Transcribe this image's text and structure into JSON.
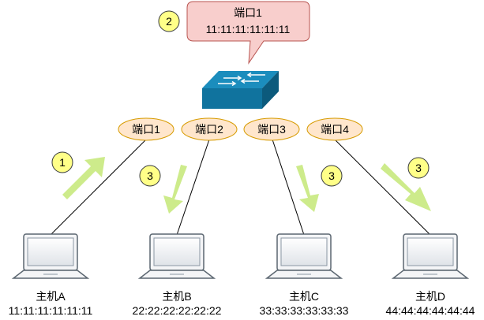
{
  "callout": {
    "port": "端口1",
    "mac": "11:11:11:11:11:11",
    "step": "2"
  },
  "ports": [
    {
      "label": "端口1"
    },
    {
      "label": "端口2"
    },
    {
      "label": "端口3"
    },
    {
      "label": "端口4"
    }
  ],
  "hosts": [
    {
      "name": "主机A",
      "mac": "11:11:11:11:11:11"
    },
    {
      "name": "主机B",
      "mac": "22:22:22:22:22:22"
    },
    {
      "name": "主机C",
      "mac": "33:33:33:33:33:33"
    },
    {
      "name": "主机D",
      "mac": "44:44:44:44:44:44"
    }
  ],
  "steps": {
    "host_a": "1",
    "host_b": "3",
    "host_c": "3",
    "host_d": "3"
  },
  "colors": {
    "port_fill": "#ffe6cc",
    "port_stroke": "#d79b00",
    "badge_fill": "#ffff88",
    "badge_stroke": "#36393d",
    "callout_fill": "#f8cecc",
    "callout_stroke": "#b85450",
    "arrow_fill": "#cdeb8b",
    "switch_front": "#10739e",
    "switch_top": "#1b8dbd"
  },
  "icons": {
    "switch": "network-switch-icon",
    "host": "laptop-icon"
  }
}
